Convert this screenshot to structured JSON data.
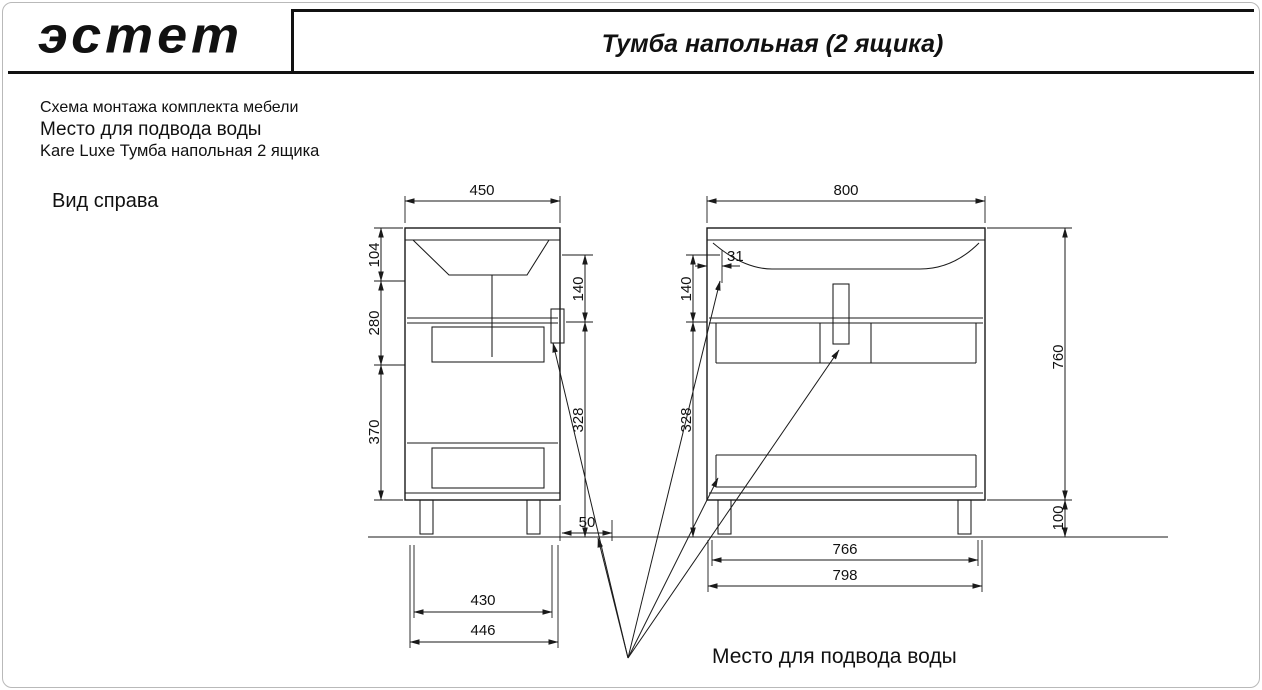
{
  "header": {
    "logo": "эсmem",
    "title": "Тумба напольная (2 ящика)"
  },
  "notes": {
    "scheme": "Схема монтажа комплекта мебели",
    "water": "Место для подвода воды",
    "model": "Kare Luxe Тумба напольная 2 ящика",
    "view": "Вид справа"
  },
  "labels": {
    "water_point": "Место для подвода воды"
  },
  "dims": {
    "side": {
      "width_top": "450",
      "h104": "104",
      "h280": "280",
      "h370": "370",
      "d140": "140",
      "d328": "328",
      "off50": "50",
      "w430": "430",
      "w446": "446"
    },
    "front": {
      "width_top": "800",
      "off31": "31",
      "d140": "140",
      "d328": "328",
      "h760": "760",
      "leg100": "100",
      "w766": "766",
      "w798": "798"
    }
  }
}
